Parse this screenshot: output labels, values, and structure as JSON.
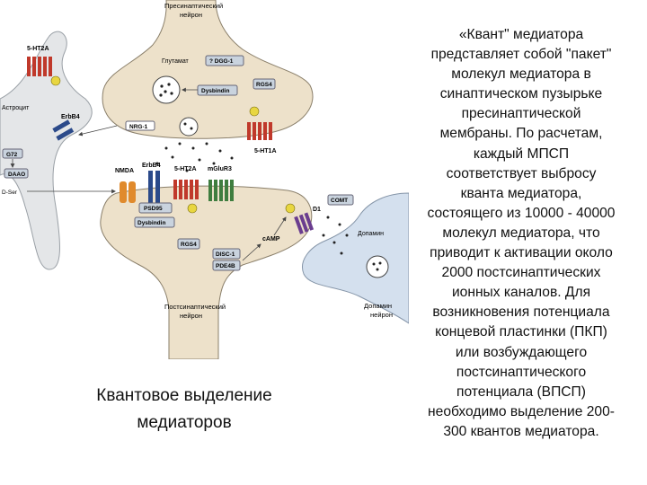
{
  "diagram": {
    "labels": {
      "presynaptic_line1": "Пресинаптический",
      "presynaptic_line2": "нейрон",
      "ht2a_top": "5-HT2A",
      "glutamate": "Глутамат",
      "dgg": "? DGG-1",
      "dysbindin_top": "Dysbindin",
      "rgs4_top": "RGS4",
      "astrocyte": "Астроцит",
      "erbb4_left": "ErbB4",
      "nrg1": "NRG-1",
      "ht1a": "5-HT1A",
      "g72": "G72",
      "daao": "DAAO",
      "dser": "D-Ser",
      "nmda": "NMDA",
      "erbb4_mid": "ErbB4",
      "ht2a_mid": "5-HT2A",
      "mglur3": "mGluR3",
      "psd95": "PSD95",
      "dysbindin_bottom": "Dysbindin",
      "comt": "COMT",
      "d1": "D1",
      "dopamine": "Допамин",
      "rgs4_bottom": "RGS4",
      "camp": "cAMP",
      "disc1": "DISC-1",
      "pde4b": "PDE4B",
      "postsynaptic_line1": "Постсинаптический",
      "postsynaptic_line2": "нейрон",
      "dopamine_neuron_line1": "Допамин",
      "dopamine_neuron_line2": "нейрон"
    }
  },
  "caption": {
    "line1": "Квантовое выделение",
    "line2": "медиаторов"
  },
  "body_text": {
    "lines": [
      "«Квант\" медиатора",
      "представляет собой \"пакет\"",
      "молекул медиатора в",
      "синаптическом пузырьке",
      "пресинаптической",
      "мембраны. По расчетам,",
      "каждый МПСП",
      "соответствует выбросу",
      "кванта медиатора,",
      "состоящего из 10000 - 40000",
      "молекул медиатора, что",
      "приводит к активации около",
      "2000 постсинаптических",
      "ионных каналов. Для",
      "возникновения потенциала",
      "концевой пластинки (ПКП)",
      "или возбуждающего",
      "постсинаптического",
      "потенциала (ВПСП)",
      "необходимо выделение 200-",
      "300 квантов медиатора."
    ]
  },
  "colors": {
    "neuron_fill": "#ede1ca",
    "neuron_stroke": "#8a7f6a",
    "astrocyte_fill": "#e4e6e8",
    "dopamine_neuron_fill": "#d4e0ee",
    "ht2a_red": "#c0392b",
    "mglur_green": "#3f7d3f",
    "nmda_orange": "#e08a2c",
    "erbb4_blue": "#2b4a8a",
    "d1_purple": "#6a3d8f",
    "g_protein_yellow": "#e8d640",
    "box_fill": "#c9d3de"
  }
}
